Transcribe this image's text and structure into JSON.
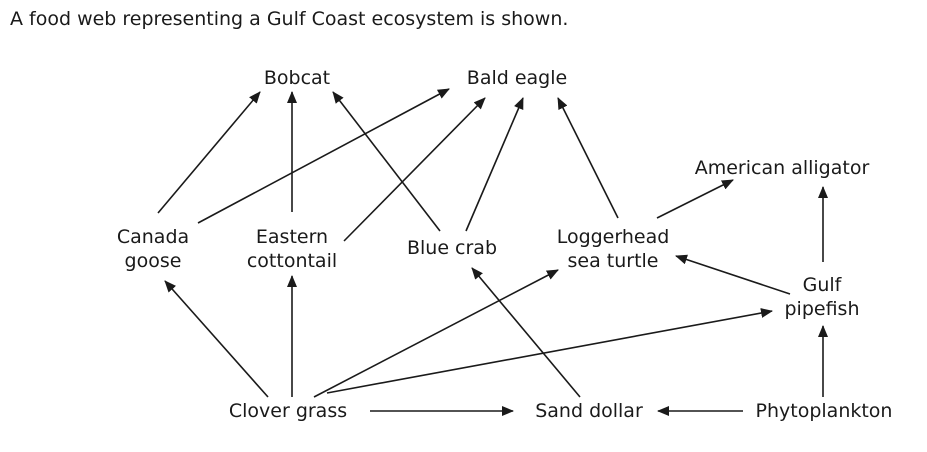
{
  "intro_text": "A food web representing a Gulf Coast ecosystem is shown.",
  "organisms": {
    "bobcat": [
      "Bobcat"
    ],
    "bald_eagle": [
      "Bald eagle"
    ],
    "american_alligator": [
      "American alligator"
    ],
    "canada_goose": [
      "Canada",
      "goose"
    ],
    "eastern_cottontail": [
      "Eastern",
      "cottontail"
    ],
    "blue_crab": [
      "Blue crab"
    ],
    "loggerhead_sea_turtle": [
      "Loggerhead",
      "sea turtle"
    ],
    "gulf_pipefish": [
      "Gulf",
      "pipefish"
    ],
    "clover_grass": [
      "Clover grass"
    ],
    "sand_dollar": [
      "Sand dollar"
    ],
    "phytoplankton": [
      "Phytoplankton"
    ]
  },
  "energy_flows": [
    {
      "from": "canada_goose",
      "to": "bobcat"
    },
    {
      "from": "canada_goose",
      "to": "bald_eagle"
    },
    {
      "from": "eastern_cottontail",
      "to": "bobcat"
    },
    {
      "from": "eastern_cottontail",
      "to": "bald_eagle"
    },
    {
      "from": "blue_crab",
      "to": "bobcat"
    },
    {
      "from": "blue_crab",
      "to": "bald_eagle"
    },
    {
      "from": "loggerhead_sea_turtle",
      "to": "bald_eagle"
    },
    {
      "from": "loggerhead_sea_turtle",
      "to": "american_alligator"
    },
    {
      "from": "gulf_pipefish",
      "to": "american_alligator"
    },
    {
      "from": "gulf_pipefish",
      "to": "loggerhead_sea_turtle"
    },
    {
      "from": "clover_grass",
      "to": "canada_goose"
    },
    {
      "from": "clover_grass",
      "to": "eastern_cottontail"
    },
    {
      "from": "clover_grass",
      "to": "loggerhead_sea_turtle"
    },
    {
      "from": "clover_grass",
      "to": "gulf_pipefish"
    },
    {
      "from": "clover_grass",
      "to": "sand_dollar"
    },
    {
      "from": "sand_dollar",
      "to": "blue_crab"
    },
    {
      "from": "phytoplankton",
      "to": "gulf_pipefish"
    },
    {
      "from": "phytoplankton",
      "to": "sand_dollar"
    }
  ]
}
